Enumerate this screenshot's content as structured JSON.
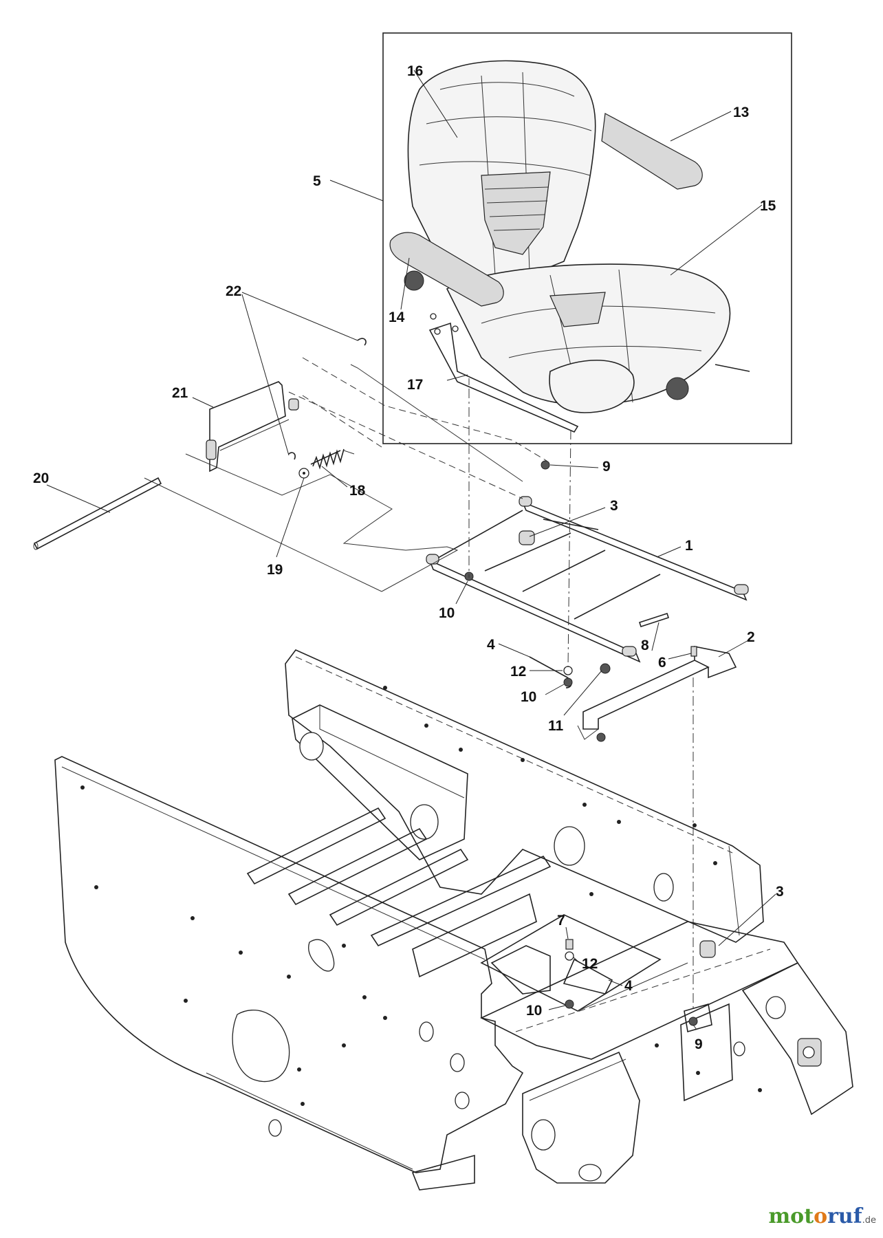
{
  "callouts": {
    "c1": "1",
    "c2": "2",
    "c3a": "3",
    "c3b": "3",
    "c4a": "4",
    "c4b": "4",
    "c5": "5",
    "c6": "6",
    "c7": "7",
    "c8": "8",
    "c9a": "9",
    "c9b": "9",
    "c10a": "10",
    "c10b": "10",
    "c10c": "10",
    "c11": "11",
    "c12a": "12",
    "c12b": "12",
    "c13": "13",
    "c14": "14",
    "c15": "15",
    "c16": "16",
    "c17": "17",
    "c18": "18",
    "c19": "19",
    "c20": "20",
    "c21": "21",
    "c22": "22"
  },
  "watermark": {
    "part1": "mot",
    "part2": "o",
    "part3": "ruf",
    "tld": ".de"
  }
}
